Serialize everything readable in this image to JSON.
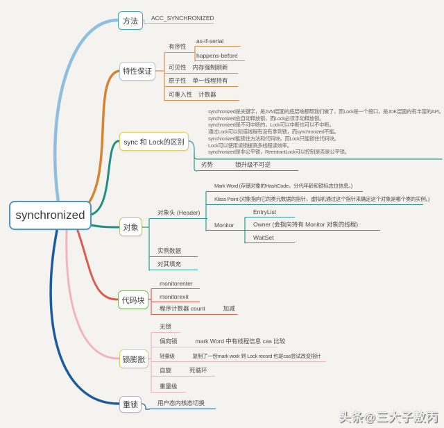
{
  "root": {
    "label": "synchronized"
  },
  "branches": {
    "method": {
      "label": "方法",
      "acc": "ACC_SYNCHRONIZED"
    },
    "features": {
      "label": "特性保证",
      "ordering": "有序性",
      "as_if_serial": "as-if-serial",
      "happens_before": "happens-before",
      "visibility": "可见性",
      "visibility_desc": "内存强制刷新",
      "atomicity": "原子性",
      "atomicity_desc": "单一线程持有",
      "reentrancy": "可重入性",
      "reentrancy_desc": "计数器"
    },
    "sync_vs_lock": {
      "label": "sync 和 Lock的区别",
      "lines": [
        "synchronized是关键字，是JVM层面的底层啥都帮我们做了，而Lock是一个接口，是JDK层面的有丰富的API。",
        "synchronized会自动释放锁，而Lock必须手动释放锁。",
        "synchronized是不可中断的，Lock可以中断也可以不中断。",
        "通过Lock可以知道线程有没有拿到锁，而synchronized不能。",
        "synchronized能锁住方法和代码块，而Lock只能锁住代码块。",
        "Lock可以使用读锁提高多线程读效率。",
        "synchronized是非公平锁，ReentrantLock可以控制是否是公平锁。"
      ],
      "weakness": "劣势",
      "weakness_desc": "锁升级不可逆"
    },
    "object": {
      "label": "对象",
      "header": "对象头 (Header)",
      "mark_word": "Mark Word (存储对象的HashCode，分代年龄和锁标志位信息。)",
      "klass_point": "Klass Point (对象指向它的类元数据的指针，虚拟机通过这个指针来确定这个对象是哪个类的实例。)",
      "monitor": "Monitor",
      "entry_list": "EntryList",
      "owner": "Owner (会指向持有 Monitor 对象的线程)",
      "wait_set": "WaitSet",
      "instance_data": "实例数据",
      "padding": "对其填充"
    },
    "code_block": {
      "label": "代码块",
      "enter": "monitorenter",
      "exit": "monitorexit",
      "counter": "程序计数器 count",
      "counter_desc": "加减"
    },
    "lock_inflation": {
      "label": "锁膨胀",
      "no_lock": "无锁",
      "biased": "偏向锁",
      "biased_desc": "mark Word 中有线程信息 cas 比较",
      "lightweight": "轻量级",
      "lightweight_desc": "复制了一份mark work 到 Lock record 也是cas尝试改变指针",
      "spin": "自旋",
      "spin_desc": "死循环",
      "heavyweight": "重量级"
    },
    "heavy_lock": {
      "label": "重锁",
      "desc": "用户态内核态切换"
    }
  },
  "watermark": "头条@三大子敖丙",
  "colors": {
    "bg": "#f4f3ef",
    "text": "#4a4a4a",
    "blue-branch": "#8fbede",
    "lightblue-line": "#9cc3e4",
    "orange-branch": "#d9822f",
    "orange-line": "#dd8e4a",
    "teal-branch": "#1f8f85",
    "teal-line": "#2a9a90",
    "red-branch": "#d95c4e",
    "pink-branch": "#f2b3bd",
    "navy-branch": "#1c5c9e",
    "root-border": "#4a97cf",
    "method-border": "#43a8ad",
    "features-border": "#a9c9e4",
    "yellow-border": "#e5c95e",
    "object-border": "#b3c977",
    "code-border": "#7db85e",
    "heavy-border": "#c0aed6"
  }
}
